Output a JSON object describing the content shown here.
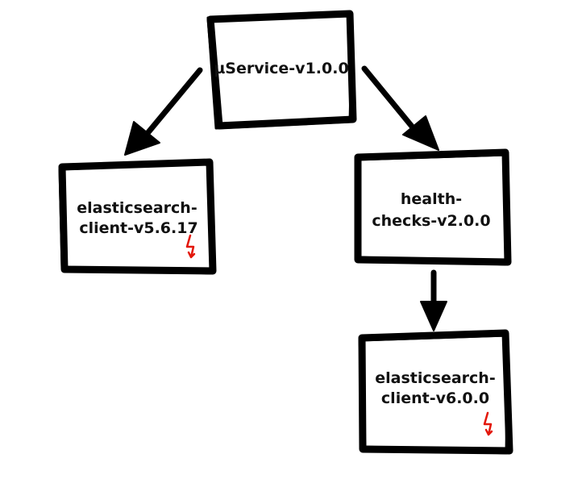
{
  "diagram": {
    "type": "dependency-tree",
    "nodes": {
      "root": {
        "id": "root",
        "label": "µService-v1.0.0",
        "lines": [
          "µService-v1.0.0"
        ],
        "warning": false
      },
      "es_v5": {
        "id": "es_v5",
        "label": "elasticsearch-client-v5.6.17",
        "lines": [
          "elasticsearch-",
          "client-v5.6.17"
        ],
        "warning": true
      },
      "health": {
        "id": "health",
        "label": "health-checks-v2.0.0",
        "lines": [
          "health-",
          "checks-v2.0.0"
        ],
        "warning": false
      },
      "es_v6": {
        "id": "es_v6",
        "label": "elasticsearch-client-v6.0.0",
        "lines": [
          "elasticsearch-",
          "client-v6.0.0"
        ],
        "warning": true
      }
    },
    "edges": [
      {
        "from": "root",
        "to": "es_v5"
      },
      {
        "from": "root",
        "to": "health"
      },
      {
        "from": "health",
        "to": "es_v6"
      }
    ],
    "warning_icon": {
      "name": "lightning-bolt-icon",
      "color": "#e3170a"
    }
  }
}
